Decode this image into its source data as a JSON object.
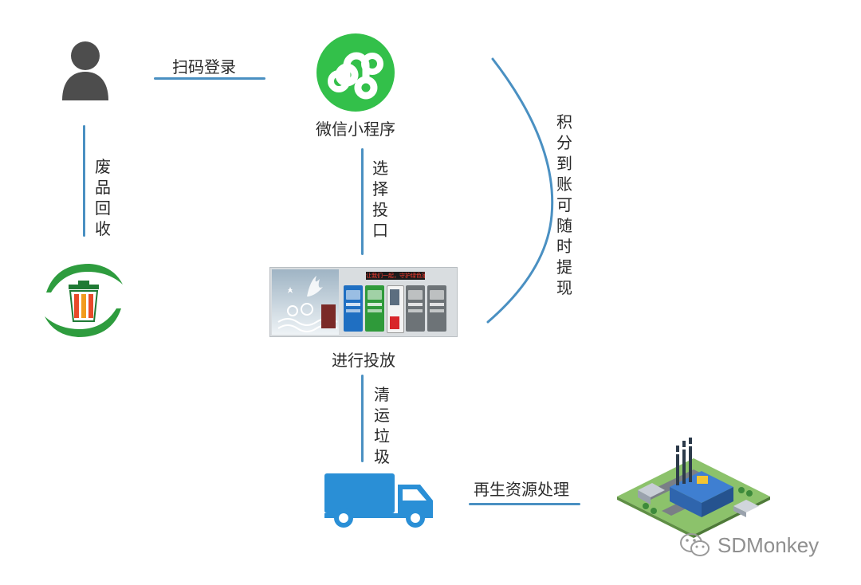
{
  "labels": {
    "scan_login": "扫码登录",
    "mini_program": "微信小程序",
    "waste_recycling": "废品回收",
    "select_bin": "选择投口",
    "points_to_account": "积分到账可随时提现",
    "make_deposit": "进行投放",
    "clear_garbage": "清运垃圾",
    "renewable_processing": "再生资源处理",
    "watermark": "SDMonkey"
  },
  "machine": {
    "display_text": "让我们一起，守护绿色家园"
  },
  "colors": {
    "connector": "#4a90c2",
    "wechat_green": "#33c04a",
    "truck_blue": "#2a8fd6",
    "recycle_green": "#2e9c3e",
    "user_gray": "#4d4d4d"
  },
  "icons": {
    "user": "user-icon",
    "wechat_miniprogram": "wechat-miniprogram-icon",
    "recycle_logo": "recycle-bin-logo",
    "smart_bins": "smart-recycling-machine",
    "truck": "truck-icon",
    "factory": "recycling-factory-illustration",
    "watermark_logo": "wechat-logo-icon"
  }
}
